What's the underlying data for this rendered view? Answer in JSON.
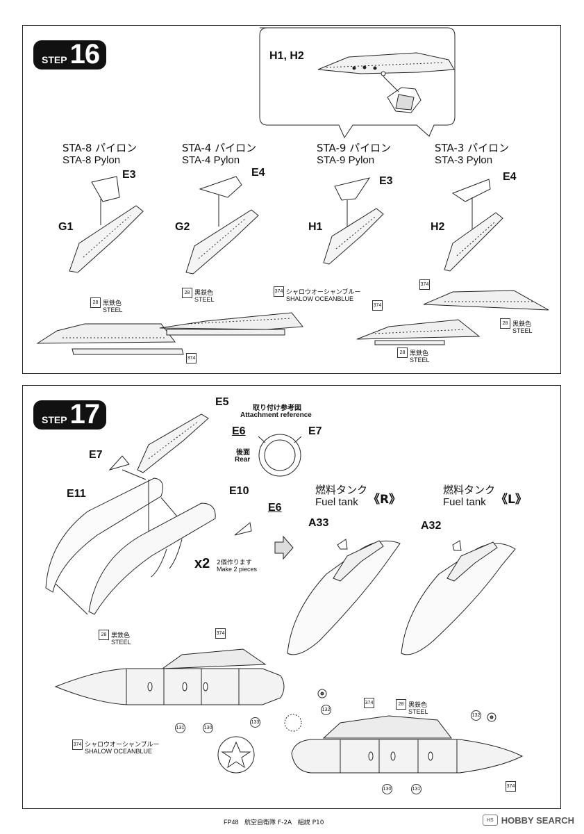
{
  "step16": {
    "badge_word": "STEP",
    "badge_num": "16",
    "callout_label": "H1, H2",
    "pylons": [
      {
        "jp": "STA-8 パイロン",
        "en": "STA-8 Pylon",
        "top_part": "E3",
        "body_part": "G1"
      },
      {
        "jp": "STA-4 パイロン",
        "en": "STA-4 Pylon",
        "top_part": "E4",
        "body_part": "G2"
      },
      {
        "jp": "STA-9 パイロン",
        "en": "STA-9 Pylon",
        "top_part": "E3",
        "body_part": "H1"
      },
      {
        "jp": "STA-3 パイロン",
        "en": "STA-3 Pylon",
        "top_part": "E4",
        "body_part": "H2"
      }
    ],
    "color_steel_code": "28",
    "color_steel_jp": "黒鉄色",
    "color_steel_en": "STEEL",
    "color_blue_code": "374",
    "color_blue_jp": "シャロウオーシャンブルー",
    "color_blue_en": "SHALOW OCEANBLUE"
  },
  "step17": {
    "badge_word": "STEP",
    "badge_num": "17",
    "parts": {
      "e5": "E5",
      "e7": "E7",
      "e11": "E11",
      "e10": "E10",
      "e6": "E6",
      "a33": "A33",
      "a32": "A32"
    },
    "attach_jp": "取り付け参考図",
    "attach_en": "Attachment reference",
    "rear_jp": "後面",
    "rear_en": "Rear",
    "mult": "x2",
    "make_jp": "2個作ります",
    "make_en": "Make 2 pieces",
    "tank_r_jp": "燃料タンク",
    "tank_r_en": "Fuel tank",
    "tank_r_side": "《R》",
    "tank_l_jp": "燃料タンク",
    "tank_l_en": "Fuel tank",
    "tank_l_side": "《L》",
    "decal_131": "131",
    "decal_130": "130",
    "decal_133": "133",
    "decal_132": "132",
    "color_steel_code": "28",
    "color_steel_jp": "黒鉄色",
    "color_steel_en": "STEEL",
    "color_blue_code": "374",
    "color_blue_jp": "シャロウオーシャンブルー",
    "color_blue_en": "SHALOW OCEANBLUE"
  },
  "footer": {
    "code": "FP48",
    "title": "航空自衛隊 F-2A",
    "page": "組説 P10"
  },
  "watermark": "HOBBY SEARCH"
}
